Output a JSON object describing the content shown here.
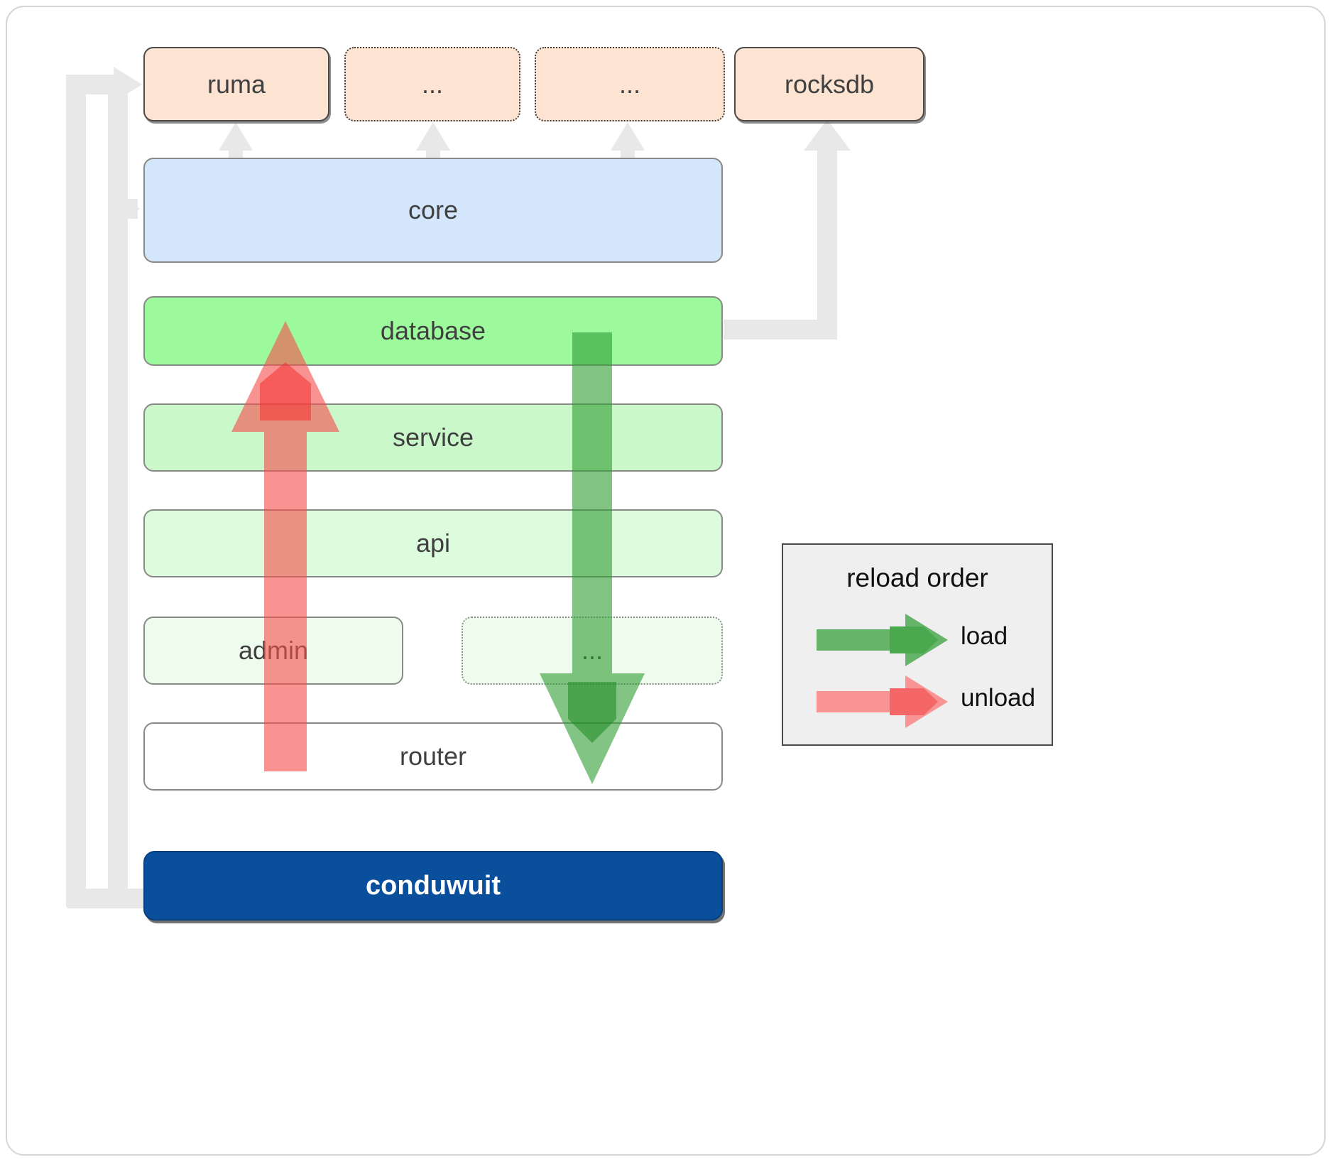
{
  "diagram": {
    "title": "conduwuit crate layering / reload order",
    "dependencies": [
      {
        "name": "ruma",
        "label": "ruma",
        "style": "solid"
      },
      {
        "name": "dep-ellipsis-1",
        "label": "...",
        "style": "dotted"
      },
      {
        "name": "dep-ellipsis-2",
        "label": "...",
        "style": "dotted"
      },
      {
        "name": "rocksdb",
        "label": "rocksdb",
        "style": "solid"
      }
    ],
    "layers": [
      {
        "name": "core",
        "label": "core",
        "color": "#d4e6fb"
      },
      {
        "name": "database",
        "label": "database",
        "color": "#9cf99c"
      },
      {
        "name": "service",
        "label": "service",
        "color": "#cbf8cb"
      },
      {
        "name": "api",
        "label": "api",
        "color": "#ddfbdd"
      },
      {
        "name": "admin",
        "label": "admin",
        "color": "#edfced"
      },
      {
        "name": "layer-ellipsis",
        "label": "...",
        "color": "#edfced"
      },
      {
        "name": "router",
        "label": "router",
        "color": "#ffffff"
      }
    ],
    "application": {
      "label": "conduwuit",
      "color": "#0a4f9c",
      "text_color": "#ffffff"
    },
    "legend": {
      "title": "reload order",
      "items": [
        {
          "label": "load",
          "color": "#4faa52",
          "direction": "down"
        },
        {
          "label": "unload",
          "color": "#fa8585",
          "direction": "up"
        }
      ]
    },
    "arrows": {
      "unload": {
        "label": "unload",
        "color": "#fa8585",
        "direction": "up"
      },
      "load": {
        "label": "load",
        "color": "#4faa52",
        "direction": "down"
      }
    },
    "connector_color": "#e8e8e8"
  }
}
